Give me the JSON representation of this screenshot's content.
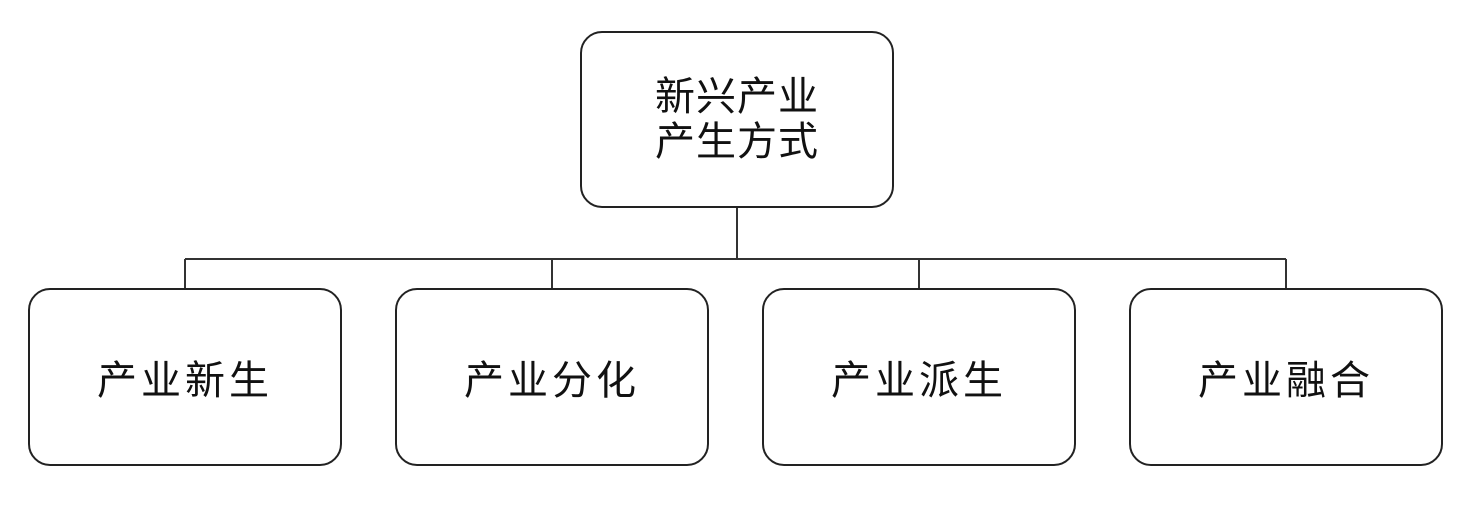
{
  "diagram": {
    "root": {
      "lines": [
        "新兴产业",
        "产生方式"
      ]
    },
    "children": [
      {
        "label": "产业新生"
      },
      {
        "label": "产业分化"
      },
      {
        "label": "产业派生"
      },
      {
        "label": "产业融合"
      }
    ]
  }
}
